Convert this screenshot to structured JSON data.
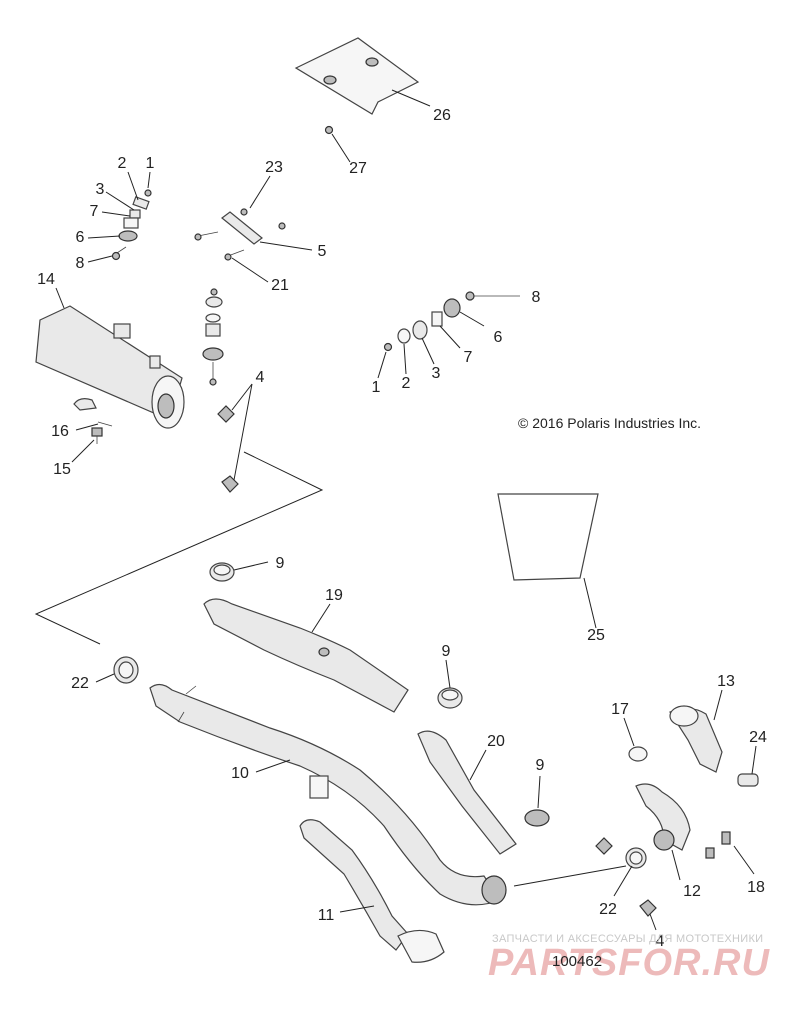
{
  "copyright": "© 2016 Polaris Industries Inc.",
  "figure_number": "100462",
  "watermark": {
    "tagline": "ЗАПЧАСТИ И АКСЕССУАРЫ ДЛЯ МОТОТЕХНИКИ",
    "brand": "PARTSFOR.RU"
  },
  "callouts": {
    "c1a": "1",
    "c2a": "2",
    "c3a": "3",
    "c7a": "7",
    "c6a": "6",
    "c8a": "8",
    "c23": "23",
    "c5": "5",
    "c21": "21",
    "c26": "26",
    "c27": "27",
    "c14": "14",
    "c4a": "4",
    "c16": "16",
    "c15": "15",
    "c8b": "8",
    "c6b": "6",
    "c7b": "7",
    "c3b": "3",
    "c2b": "2",
    "c1b": "1",
    "c9a": "9",
    "c19": "19",
    "c9b": "9",
    "c22a": "22",
    "c10": "10",
    "c20": "20",
    "c9c": "9",
    "c25": "25",
    "c17": "17",
    "c13": "13",
    "c24": "24",
    "c12": "12",
    "c18": "18",
    "c11": "11",
    "c22b": "22",
    "c4b": "4"
  }
}
